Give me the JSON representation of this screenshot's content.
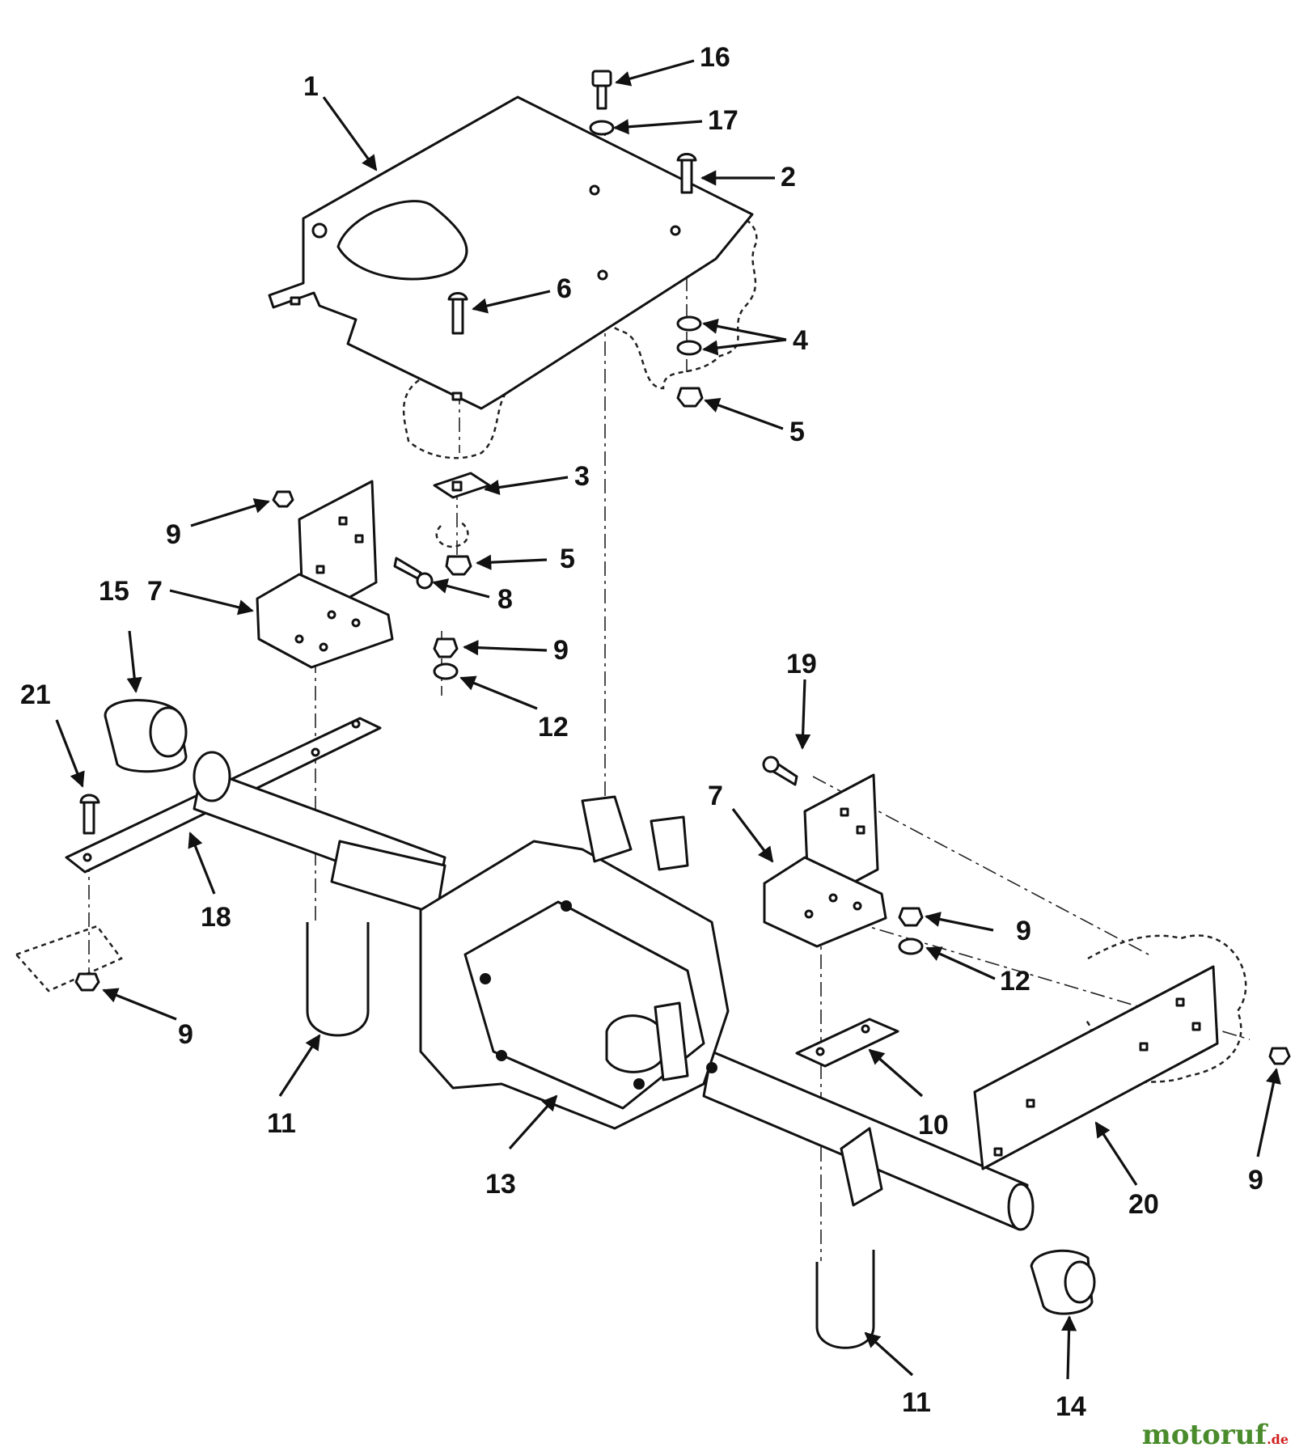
{
  "diagram": {
    "callouts": [
      {
        "id": "c1",
        "label": "1"
      },
      {
        "id": "c16",
        "label": "16"
      },
      {
        "id": "c17",
        "label": "17"
      },
      {
        "id": "c2",
        "label": "2"
      },
      {
        "id": "c6",
        "label": "6"
      },
      {
        "id": "c4",
        "label": "4"
      },
      {
        "id": "c5a",
        "label": "5"
      },
      {
        "id": "c3",
        "label": "3"
      },
      {
        "id": "c9a",
        "label": "9"
      },
      {
        "id": "c5b",
        "label": "5"
      },
      {
        "id": "c15",
        "label": "15"
      },
      {
        "id": "c7a",
        "label": "7"
      },
      {
        "id": "c8",
        "label": "8"
      },
      {
        "id": "c9b",
        "label": "9"
      },
      {
        "id": "c21",
        "label": "21"
      },
      {
        "id": "c12a",
        "label": "12"
      },
      {
        "id": "c19",
        "label": "19"
      },
      {
        "id": "c7b",
        "label": "7"
      },
      {
        "id": "c18",
        "label": "18"
      },
      {
        "id": "c9c",
        "label": "9"
      },
      {
        "id": "c12b",
        "label": "12"
      },
      {
        "id": "c9d",
        "label": "9"
      },
      {
        "id": "c11a",
        "label": "11"
      },
      {
        "id": "c10",
        "label": "10"
      },
      {
        "id": "c13",
        "label": "13"
      },
      {
        "id": "c20",
        "label": "20"
      },
      {
        "id": "c9e",
        "label": "9"
      },
      {
        "id": "c11b",
        "label": "11"
      },
      {
        "id": "c14",
        "label": "14"
      }
    ]
  },
  "watermark": {
    "brand": "motoruf",
    "suffix": ".de"
  }
}
